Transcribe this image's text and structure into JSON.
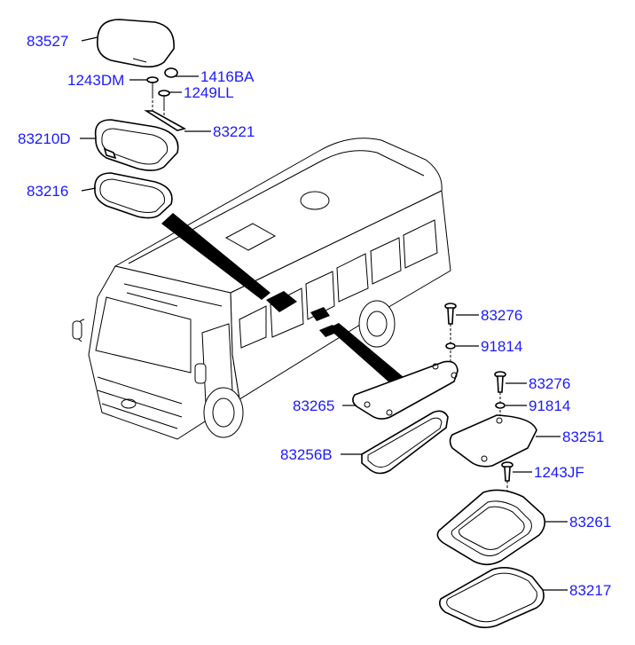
{
  "parts": [
    {
      "id": "p83527",
      "label": "83527"
    },
    {
      "id": "p1416BA",
      "label": "1416BA"
    },
    {
      "id": "p1243DM",
      "label": "1243DM"
    },
    {
      "id": "p1249LL",
      "label": "1249LL"
    },
    {
      "id": "p83210D",
      "label": "83210D"
    },
    {
      "id": "p83221",
      "label": "83221"
    },
    {
      "id": "p83216",
      "label": "83216"
    },
    {
      "id": "p83276a",
      "label": "83276"
    },
    {
      "id": "p91814a",
      "label": "91814"
    },
    {
      "id": "p83276b",
      "label": "83276"
    },
    {
      "id": "p91814b",
      "label": "91814"
    },
    {
      "id": "p83265",
      "label": "83265"
    },
    {
      "id": "p83251",
      "label": "83251"
    },
    {
      "id": "p83256B",
      "label": "83256B"
    },
    {
      "id": "p1243JF",
      "label": "1243JF"
    },
    {
      "id": "p83261",
      "label": "83261"
    },
    {
      "id": "p83217",
      "label": "83217"
    }
  ],
  "colors": {
    "label": "#1a1aff",
    "line": "#000000"
  }
}
